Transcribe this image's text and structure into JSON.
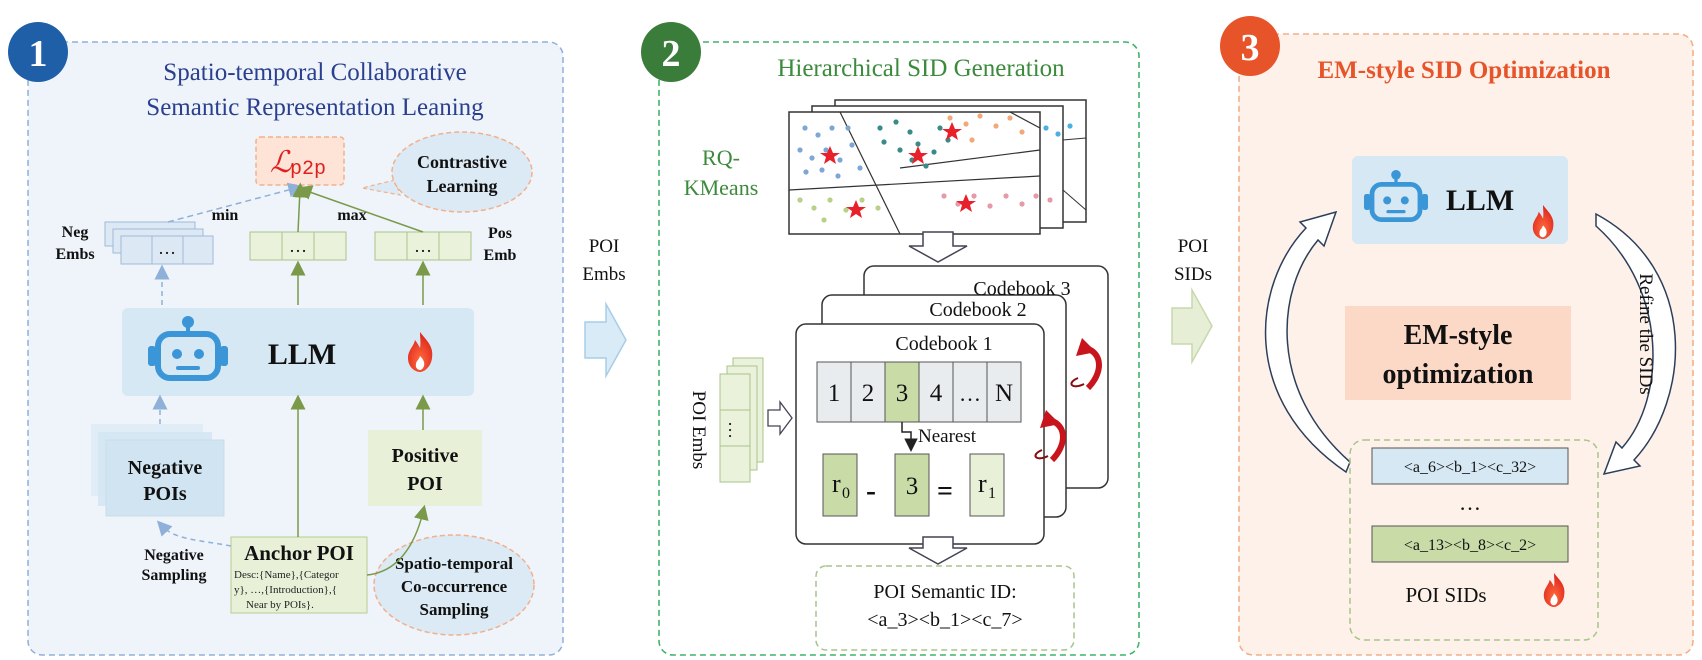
{
  "panel1": {
    "number": "1",
    "title_line1": "Spatio-temporal Collaborative",
    "title_line2": "Semantic Representation Leaning",
    "loss_symbol": "ℒ",
    "loss_subscript": "p2p",
    "contrastive_line1": "Contrastive",
    "contrastive_line2": "Learning",
    "min_label": "min",
    "max_label": "max",
    "neg_embs_line1": "Neg",
    "neg_embs_line2": "Embs",
    "pos_emb_line1": "Pos",
    "pos_emb_line2": "Emb",
    "ellipsis": "…",
    "llm_label": "LLM",
    "negative_pois_line1": "Negative",
    "negative_pois_line2": "POIs",
    "positive_poi_line1": "Positive",
    "positive_poi_line2": "POI",
    "negative_sampling_line1": "Negative",
    "negative_sampling_line2": "Sampling",
    "anchor_title": "Anchor POI",
    "anchor_desc_line1": "Desc:{Name},{Categor",
    "anchor_desc_line2": "y}, …,{Introduction},{",
    "anchor_desc_line3": "Near by POIs}.",
    "st_sampling_line1": "Spatio-temporal",
    "st_sampling_line2": "Co-occurrence",
    "st_sampling_line3": "Sampling"
  },
  "between12": {
    "line1": "POI",
    "line2": "Embs"
  },
  "panel2": {
    "number": "2",
    "title": "Hierarchical SID Generation",
    "rq_line1": "RQ-",
    "rq_line2": "KMeans",
    "codebook3": "Codebook 3",
    "codebook2": "Codebook 2",
    "codebook1": "Codebook 1",
    "cells": [
      "1",
      "2",
      "3",
      "4",
      "…",
      "N"
    ],
    "nearest_label": "Nearest",
    "r0_base": "r",
    "r0_sub": "0",
    "minus": "-",
    "selected_value": "3",
    "equals": "=",
    "r1_base": "r",
    "r1_sub": "1",
    "poi_embs_vertical": "POI Embs",
    "semantic_id_line1": "POI Semantic ID:",
    "semantic_id_line2": "<a_3><b_1><c_7>"
  },
  "between23": {
    "line1": "POI",
    "line2": "SIDs"
  },
  "panel3": {
    "number": "3",
    "title": "EM-style SID Optimization",
    "llm_label": "LLM",
    "refine_label": "Refine  the SIDs",
    "em_line1": "EM-style",
    "em_line2": "optimization",
    "sid1": "<a_6><b_1><c_32>",
    "sid_ellipsis": "…",
    "sid2": "<a_13><b_8><c_2>",
    "poi_sids_label": "POI SIDs"
  },
  "colors": {
    "blue_badge": "#1f5fa8",
    "green_badge": "#3a7d3a",
    "orange_badge": "#e8542a",
    "title_blue": "#2a3f8f",
    "title_green": "#3c8a3c",
    "title_orange": "#e8542a",
    "loss_red": "#e02020"
  }
}
